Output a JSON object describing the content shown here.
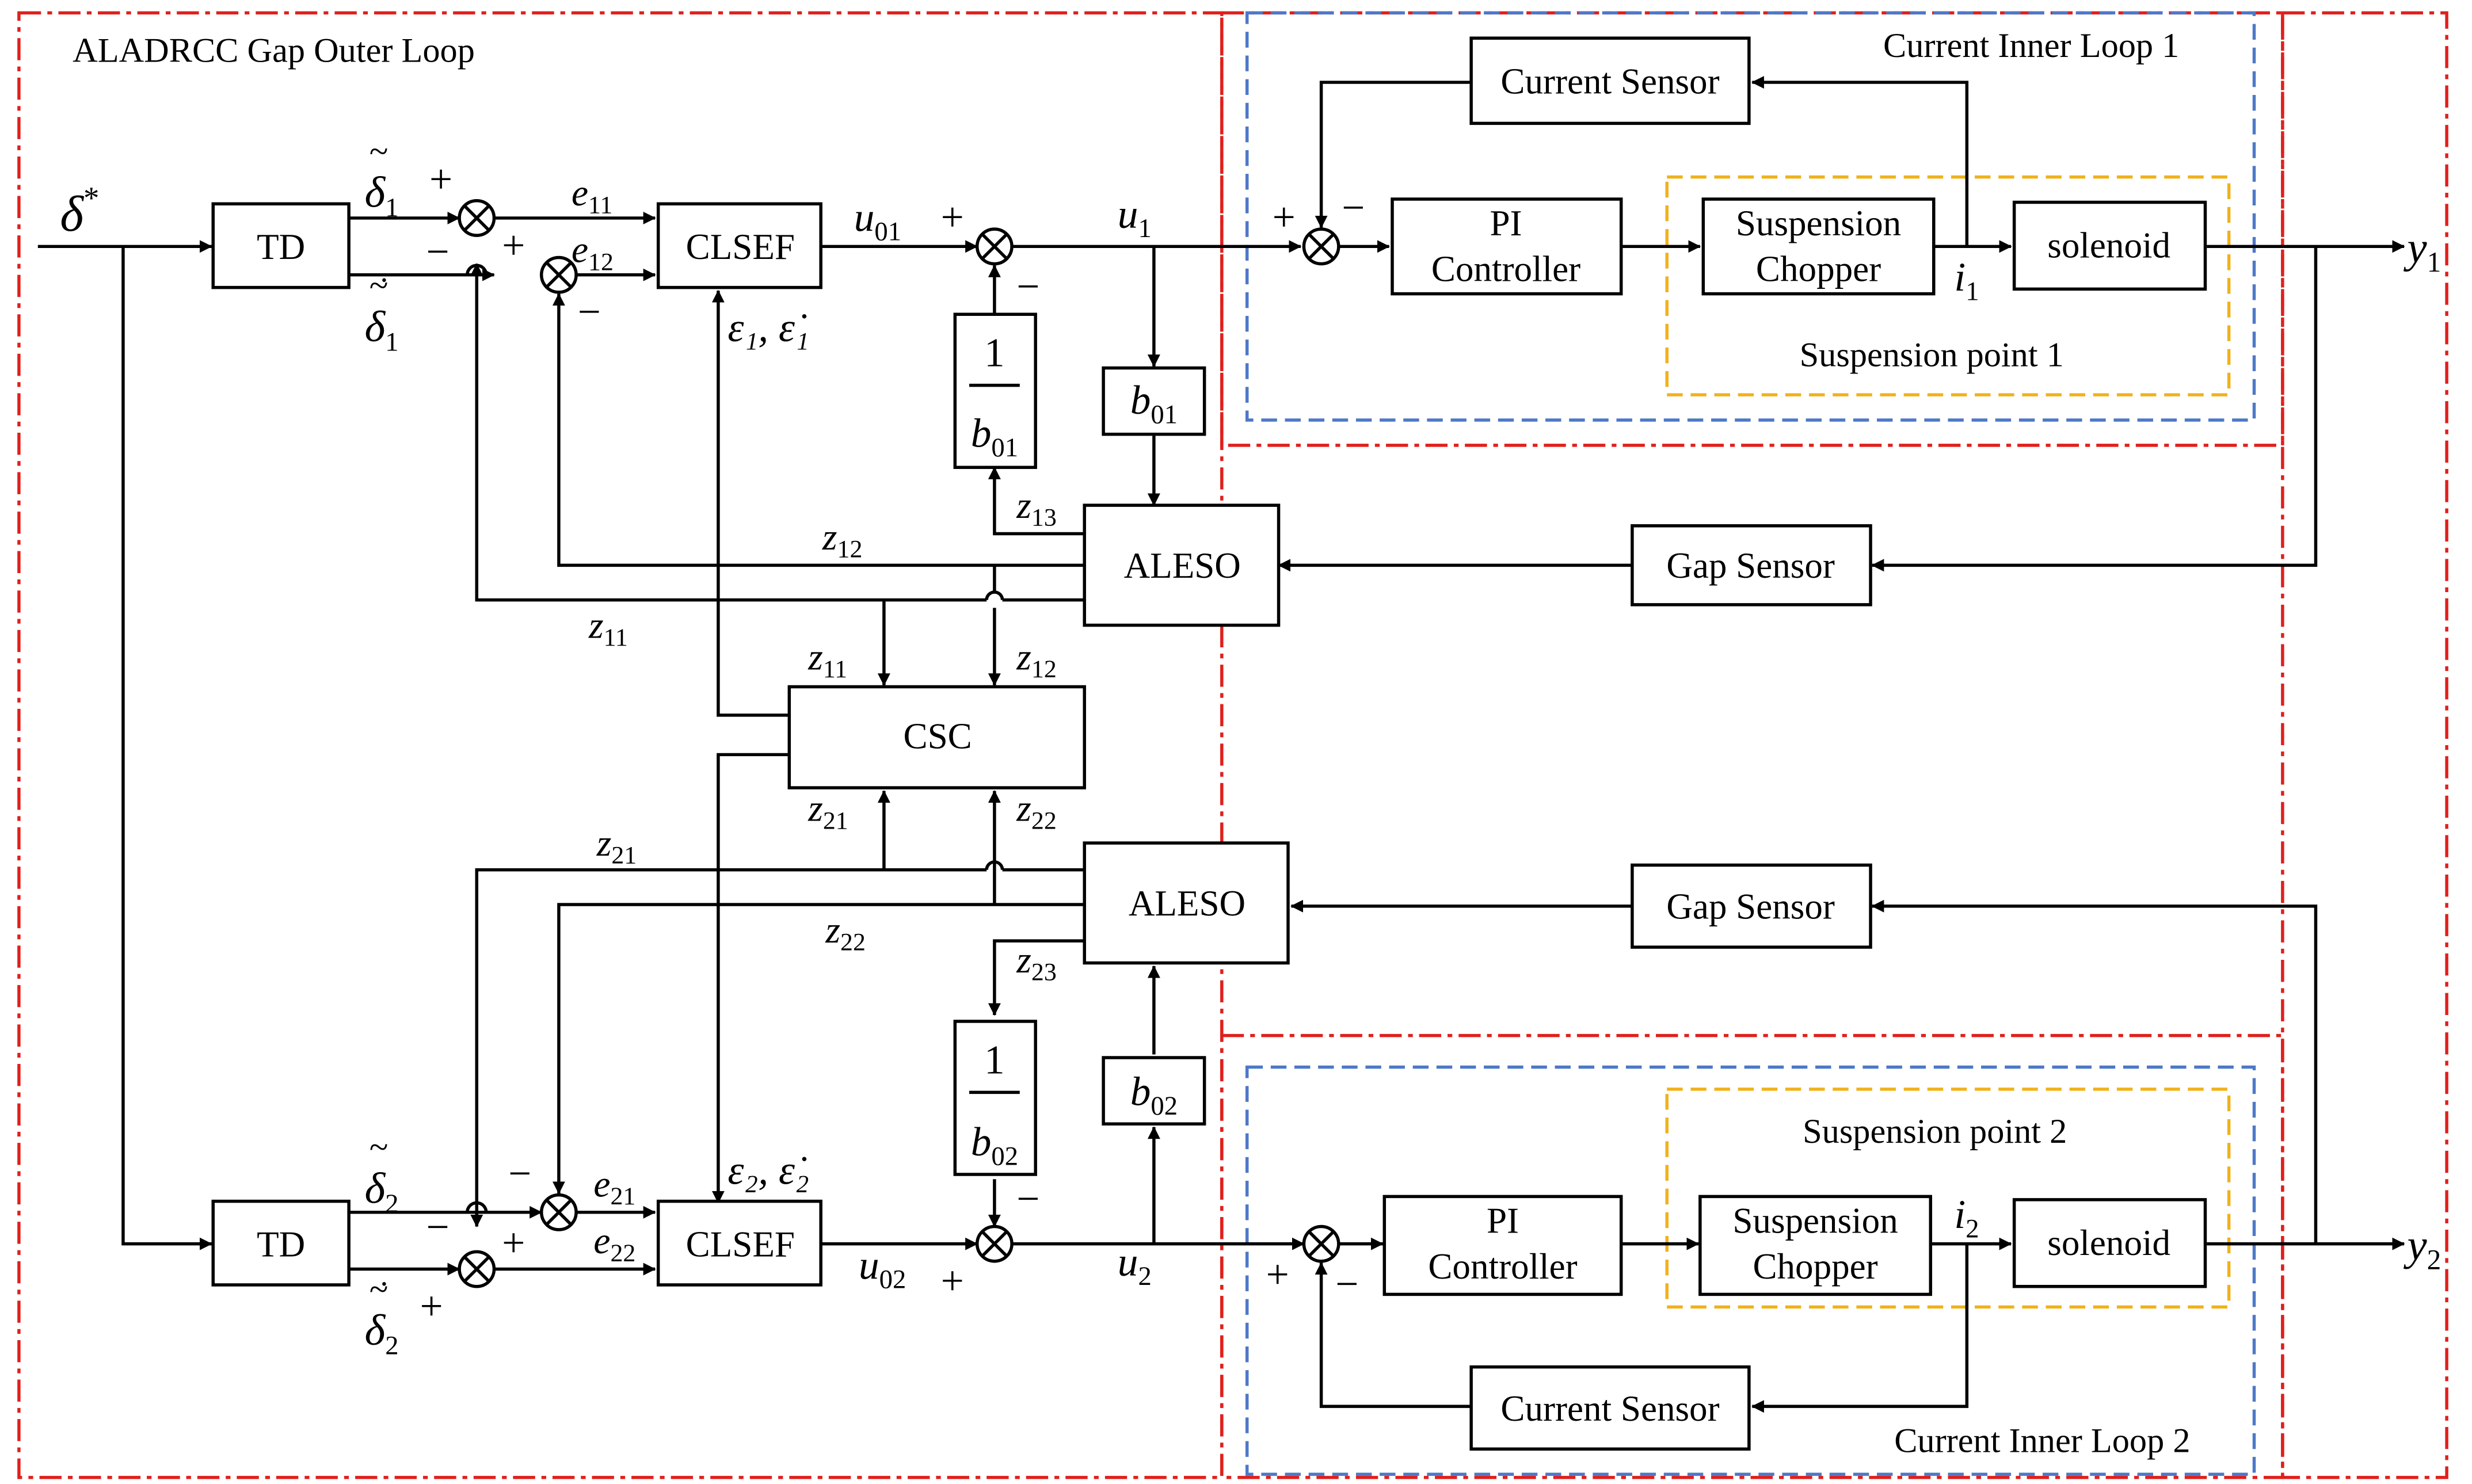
{
  "colors": {
    "outer_loop_border": "#e0201c",
    "inner_loop_border": "#4d78c8",
    "suspension_border": "#f0b21c",
    "line": "#000000"
  },
  "regions": {
    "outer_loop": "ALADRCC Gap Outer Loop",
    "inner_loop_1": "Current Inner Loop 1",
    "inner_loop_2": "Current Inner Loop 2",
    "suspension_point_1": "Suspension point 1",
    "suspension_point_2": "Suspension point 2"
  },
  "blocks": {
    "td": "TD",
    "clsef": "CLSEF",
    "csc": "CSC",
    "aleso": "ALESO",
    "gap_sensor": "Gap Sensor",
    "current_sensor": "Current Sensor",
    "pi_line1": "PI",
    "pi_line2": "Controller",
    "chopper_line1": "Suspension",
    "chopper_line2": "Chopper",
    "solenoid": "solenoid",
    "one": "1"
  },
  "signals": {
    "delta": "δ",
    "star": "*",
    "delta_hat": "δ",
    "b_sym": "b",
    "b01_sub": "01",
    "b02_sub": "02",
    "u_sym": "u",
    "u1_sub": "1",
    "u2_sub": "2",
    "u01_sub": "01",
    "u02_sub": "02",
    "e_sym": "e",
    "e11": "11",
    "e12": "12",
    "e21": "21",
    "e22": "22",
    "z_sym": "z",
    "z11": "11",
    "z12": "12",
    "z13": "13",
    "z21": "21",
    "z22": "22",
    "z23": "23",
    "eps1": "ε₁, ε̇₁",
    "eps2": "ε₂, ε̇₂",
    "i_sym": "i",
    "i1_sub": "1",
    "i2_sub": "2",
    "y_sym": "y",
    "y1_sub": "1",
    "y2_sub": "2",
    "sub1": "1",
    "sub2": "2"
  },
  "signs": {
    "plus": "+",
    "minus": "−"
  }
}
